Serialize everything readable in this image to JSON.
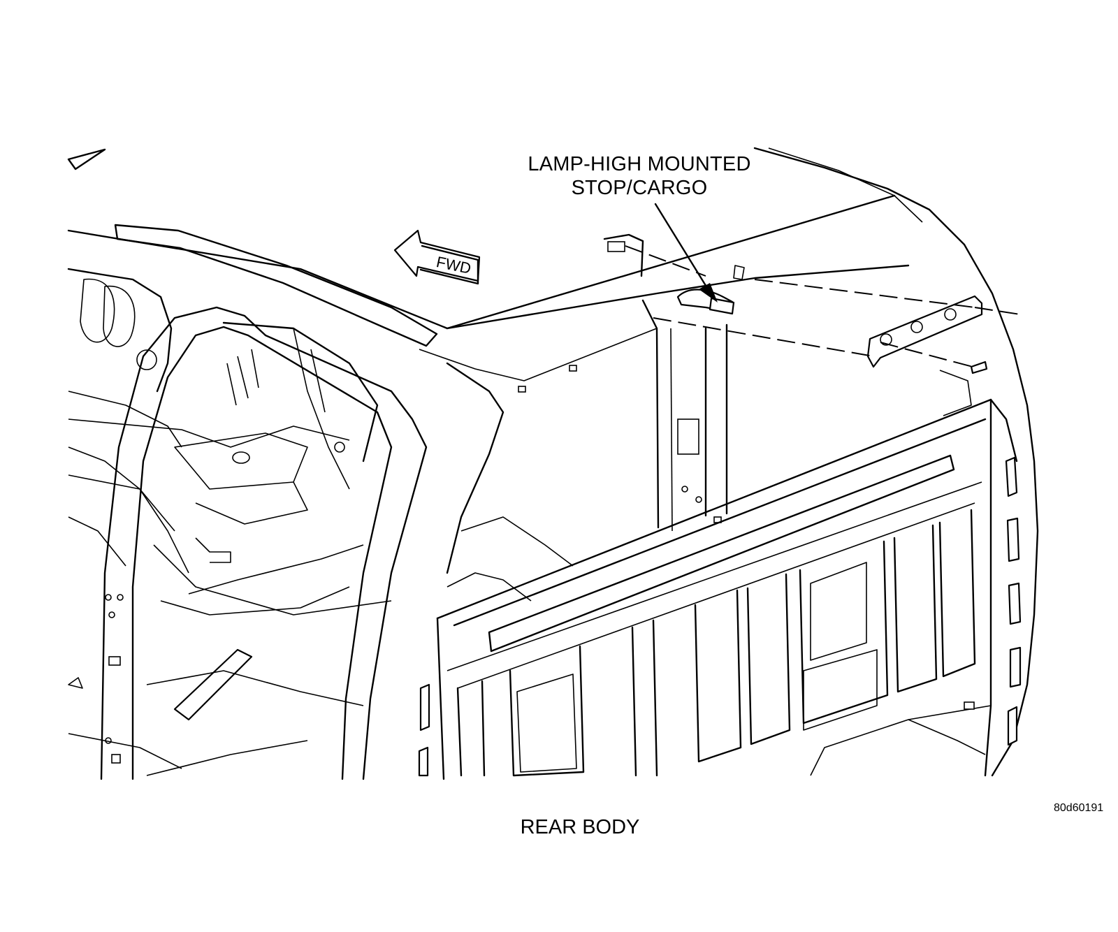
{
  "figure": {
    "callout_line1": "LAMP-HIGH MOUNTED",
    "callout_line2": "STOP/CARGO",
    "direction_label": "FWD",
    "figure_id": "80d60191",
    "caption": "REAR BODY"
  },
  "icons": {
    "direction_arrow": "left-arrow-icon",
    "leader_arrow": "pointer-arrow-icon"
  }
}
